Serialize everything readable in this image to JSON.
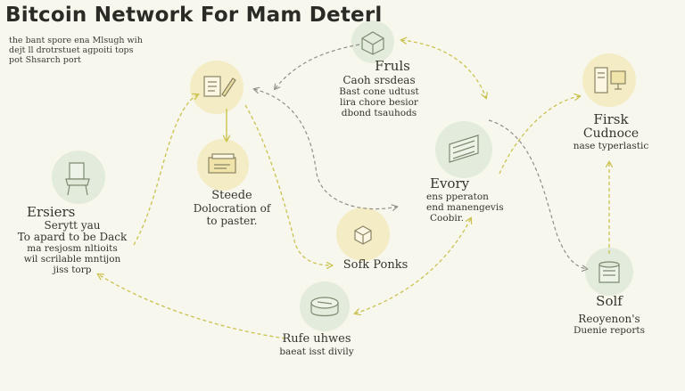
{
  "title": "Bitcoin Network For Mam Deterl",
  "intro": [
    "the bant spore ena Mlsugh wih",
    "dejt ll drotrstuet agpoiti tops",
    "pot Shsarch port"
  ],
  "nodes": {
    "top_center": {
      "icon": "crate-icon",
      "heading": "Fruls",
      "lines": [
        "Caoh srsdeas",
        "Bast cone udtust",
        "lira chore besior",
        "dbond tsauhods"
      ]
    },
    "top_left": {
      "icon": "document-pen-icon"
    },
    "second": {
      "icon": "bitcoin-wallet-icon",
      "heading": "Steede",
      "lines": [
        "Dolocration of",
        "to paster."
      ]
    },
    "left": {
      "icon": "chair-icon",
      "heading": "Ersiers",
      "lines": [
        "Serytt yau",
        "To apard to be Dack",
        "ma resjosm nltioits",
        "wil scrilable mntijon",
        "jiss torp"
      ]
    },
    "center": {
      "icon": "server-icon",
      "heading": "Evory",
      "lines": [
        "ens pperaton",
        "end manengevis",
        "Coobir."
      ]
    },
    "soft": {
      "icon": "cube-icon",
      "heading": "Sofk Ponks"
    },
    "bottom": {
      "icon": "coin-stack-icon",
      "heading": "Rufe uhwes",
      "lines": [
        "baeat isst divily"
      ]
    },
    "right_top": {
      "icon": "computer-icon",
      "heading": "Firsk",
      "lines": [
        "Cudnoce",
        "nase typerlastic"
      ]
    },
    "right_bottom": {
      "icon": "jar-icon",
      "heading": "Solf",
      "lines": [
        "Reoyenon's",
        "Duenie reports"
      ]
    }
  },
  "colors": {
    "background": "#f8f7ee",
    "arrow_yellow": "#c9c24f",
    "arrow_grey": "#8f8f86",
    "blob_yellow": "#f4ecc4",
    "blob_green": "#e3ecdc"
  }
}
